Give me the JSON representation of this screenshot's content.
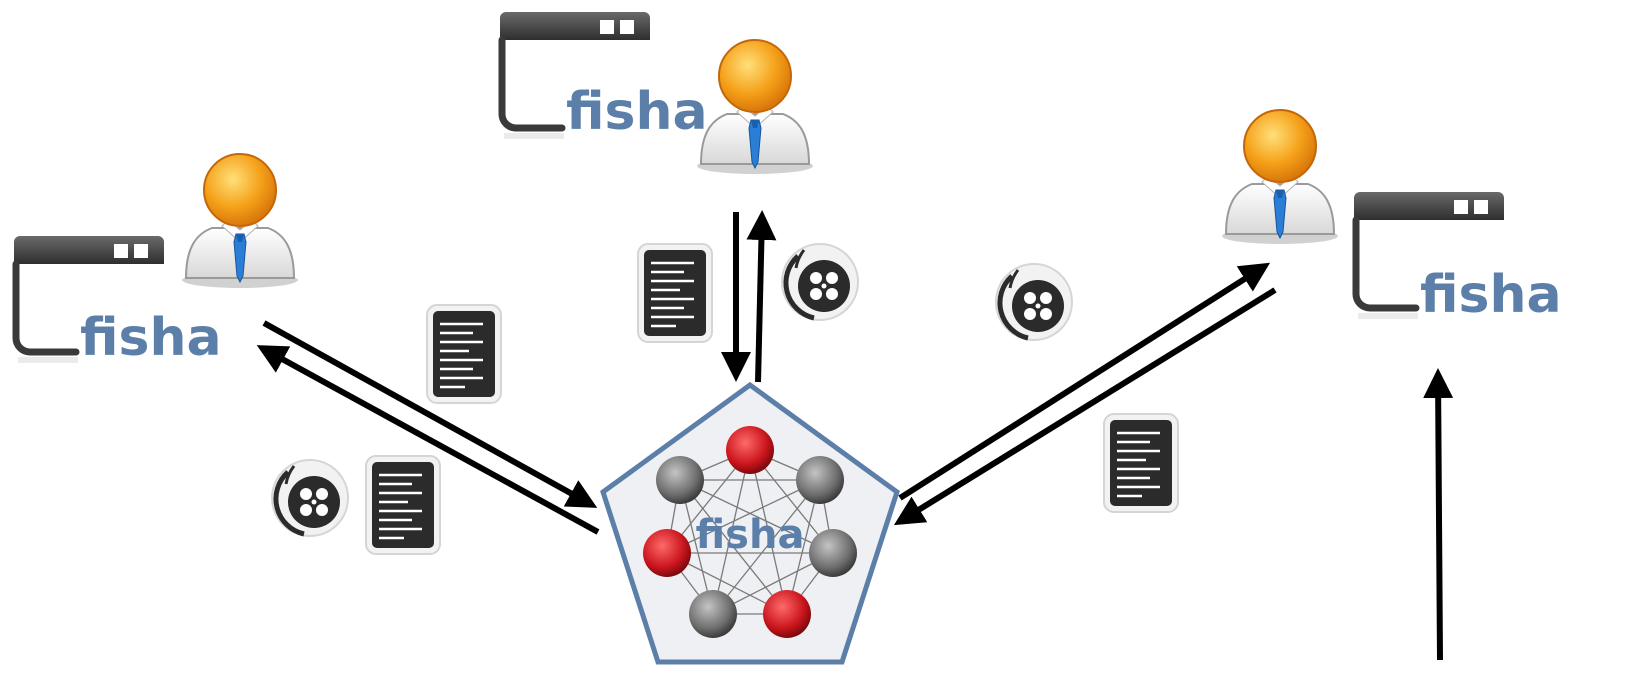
{
  "labels": {
    "client_left": "fisha",
    "client_top": "fisha",
    "client_right": "fisha",
    "network_center": "fisha"
  },
  "colors": {
    "brand_text": "#5b7fa8",
    "pentagon_stroke": "#5b7fa8",
    "pentagon_fill": "#eef0f3",
    "node_red": "#c9141c",
    "node_gray": "#6e6e6e",
    "user_head": "#f5a11a",
    "user_tie": "#2a7ed6",
    "doc_fill": "#2b2b2b",
    "arrow": "#000000"
  },
  "icons": {
    "window": "window-icon",
    "user": "user-icon",
    "document": "document-icon",
    "film": "film-reel-icon",
    "network": "network-pentagon-icon"
  }
}
